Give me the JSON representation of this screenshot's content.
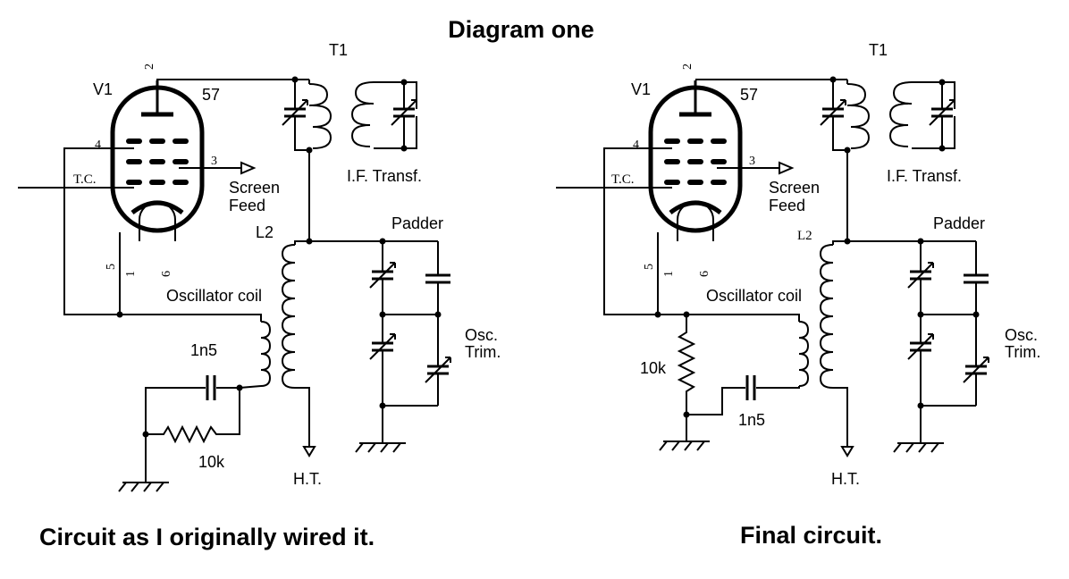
{
  "title": "Diagram one",
  "caption_left": "Circuit as I originally wired it.",
  "caption_right": "Final circuit.",
  "labels": {
    "tube": "V1",
    "tube_type": "57",
    "transformer": "T1",
    "if_transf": "I.F. Transf.",
    "screen": "Screen",
    "feed": "Feed",
    "tc": "T.C.",
    "l2": "L2",
    "osc_coil": "Oscillator coil",
    "padder": "Padder",
    "osc": "Osc.",
    "trim": "Trim.",
    "cap": "1n5",
    "res": "10k",
    "ht": "H.T.",
    "pin1": "1",
    "pin2": "2",
    "pin3": "3",
    "pin4": "4",
    "pin5": "5",
    "pin6": "6"
  }
}
